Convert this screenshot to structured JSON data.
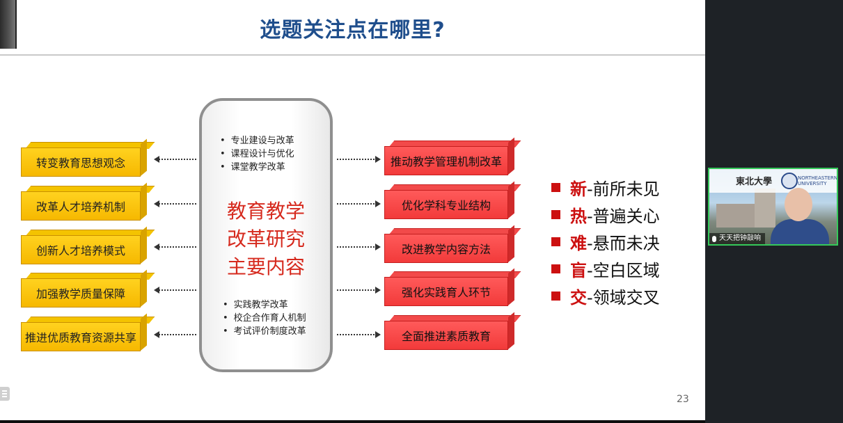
{
  "slide": {
    "title": "选题关注点在哪里?",
    "page_number": "23",
    "left_items": [
      "转变教育思想观念",
      "改革人才培养机制",
      "创新人才培养模式",
      "加强教学质量保障",
      "推进优质教育资源共享"
    ],
    "right_items": [
      "推动教学管理机制改革",
      "优化学科专业结构",
      "改进教学内容方法",
      "强化实践育人环节",
      "全面推进素质教育"
    ],
    "center": {
      "top_bullets": [
        "专业建设与改革",
        "课程设计与优化",
        "课堂教学改革"
      ],
      "title_lines": [
        "教育教学",
        "改革研究",
        "主要内容"
      ],
      "bottom_bullets": [
        "实践教学改革",
        "校企合作育人机制",
        "考试评价制度改革"
      ]
    },
    "key_points": [
      {
        "char": "新",
        "text": "-前所未见"
      },
      {
        "char": "热",
        "text": "-普遍关心"
      },
      {
        "char": "难",
        "text": "-悬而未决"
      },
      {
        "char": "盲",
        "text": "-空白区域"
      },
      {
        "char": "交",
        "text": "-领域交叉"
      }
    ]
  },
  "video": {
    "speaker_name": "天天把钟敲响",
    "logo_cn": "東北大學",
    "logo_en_line1": "NORTHEASTERN",
    "logo_en_line2": "UNIVERSITY",
    "mic_icon": "mic-icon"
  },
  "colors": {
    "title": "#1f4e8c",
    "yellow_box": "#f6b800",
    "red_box": "#f23a3a",
    "center_title": "#d62a1e",
    "key_accent": "#cc1010",
    "speaking_border": "#35c95a"
  }
}
